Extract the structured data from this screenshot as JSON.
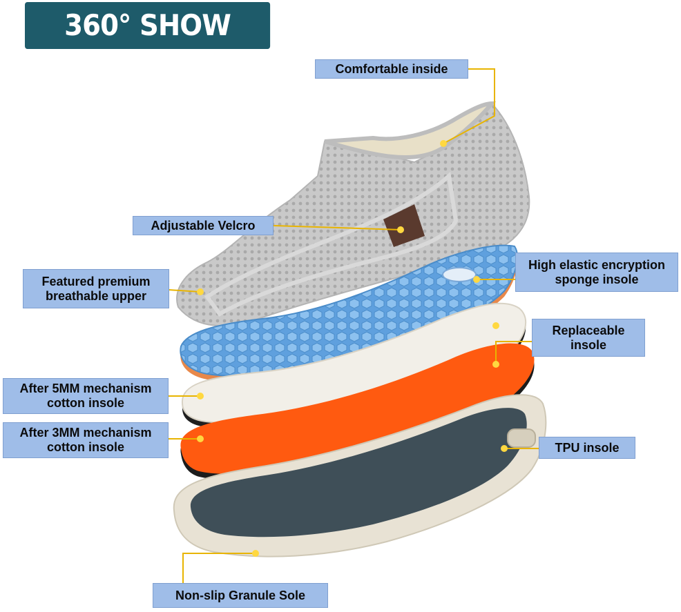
{
  "title": "360° SHOW DETAILS",
  "callouts": {
    "comfortable_inside": "Comfortable inside",
    "adjustable_velcro": "Adjustable Velcro",
    "featured_upper": "Featured premium breathable upper",
    "high_elastic": "High elastic encryption sponge insole",
    "replaceable": "Replaceable insole",
    "after_5mm": "After 5MM mechanism cotton insole",
    "after_3mm": "After 3MM mechanism cotton insole",
    "tpu": "TPU insole",
    "non_slip": "Non-slip Granule Sole"
  },
  "colors": {
    "banner": "#1e5b6a",
    "callout_fill": "#9fbde8",
    "leader_line": "#e8b400",
    "upper_gray": "#c8c8c8",
    "velcro_brown": "#5a3a2e",
    "sponge_blue": "#6aa8e0",
    "cotton_white": "#f2efe8",
    "orange_layer": "#ff5a10",
    "sole_gray": "#3f4f58",
    "sole_cream": "#e8e2d4"
  }
}
